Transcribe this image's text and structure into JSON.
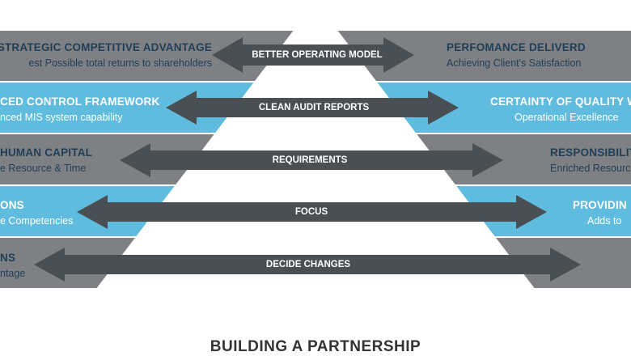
{
  "diagram": {
    "title": "BUILDING A PARTNERSHIP",
    "colors": {
      "gray_band": "#7f8083",
      "blue_band": "#5fbcde",
      "arrow": "#4a4f53",
      "pyramid": "#ffffff",
      "title": "#333333"
    },
    "rows": [
      {
        "arrow_label": "BETTER OPERATING MODEL",
        "left_heading": "STRATEGIC COMPETITIVE ADVANTAGE",
        "left_sub": "est Possible total returns to shareholders",
        "right_heading": "PERFOMANCE DELIVERD",
        "right_sub": "Achieving Client's Satisfaction"
      },
      {
        "arrow_label": "CLEAN AUDIT REPORTS",
        "left_heading": "CED CONTROL FRAMEWORK",
        "left_sub": "nced MIS system capability",
        "right_heading": "CERTAINTY OF QUALITY WO",
        "right_sub": "Operational Excellence"
      },
      {
        "arrow_label": "REQUIREMENTS",
        "left_heading": "HUMAN CAPITAL",
        "left_sub": "e Resource & Time",
        "right_heading": "RESPONSIBILIT",
        "right_sub": "Enriched Resource"
      },
      {
        "arrow_label": "FOCUS",
        "left_heading": "ONS",
        "left_sub": "e Competencies",
        "right_heading": "PROVIDIN",
        "right_sub": "Adds to"
      },
      {
        "arrow_label": "DECIDE CHANGES",
        "left_heading": "NS",
        "left_sub": "ntage",
        "right_heading": "",
        "right_sub": ""
      }
    ]
  }
}
